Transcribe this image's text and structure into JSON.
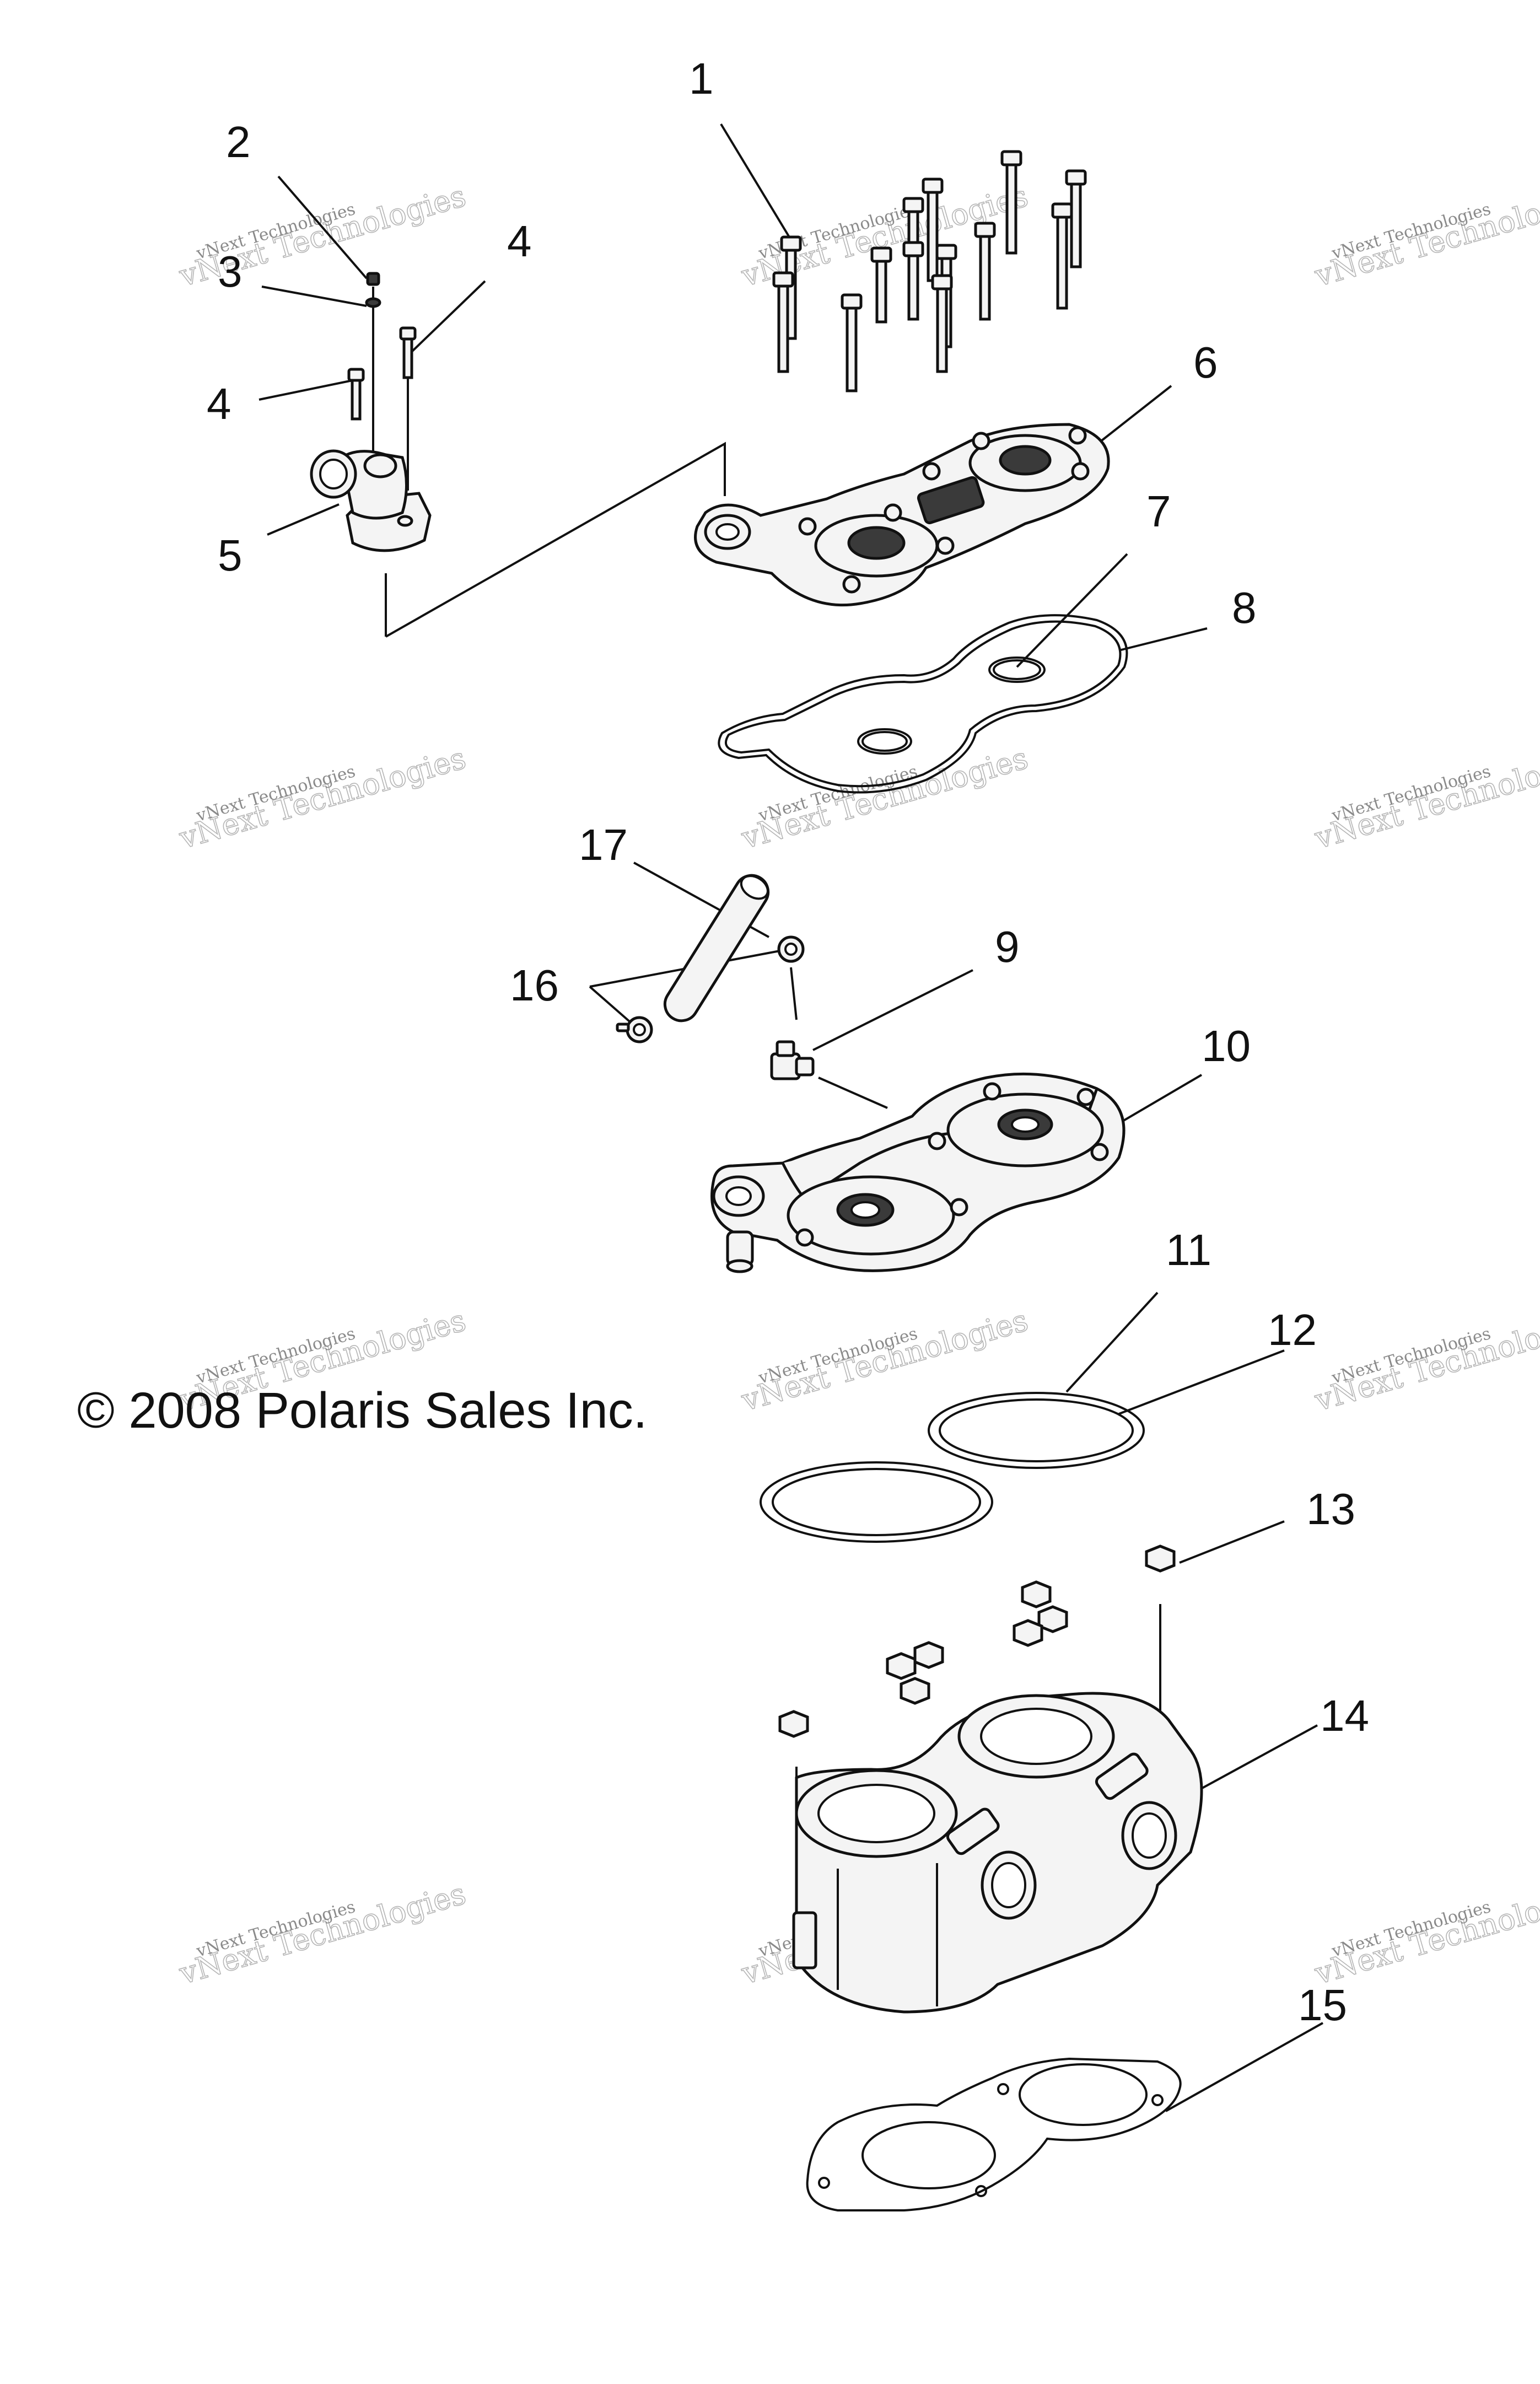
{
  "copyright": "© 2008 Polaris Sales Inc.",
  "watermark": {
    "line1": "vNext Technologies",
    "line2": "vNext Technologies"
  },
  "callouts": [
    "1",
    "2",
    "3",
    "4",
    "4",
    "5",
    "6",
    "7",
    "8",
    "9",
    "10",
    "11",
    "12",
    "13",
    "14",
    "15",
    "16",
    "17"
  ],
  "colors": {
    "ink": "#111111",
    "watermark": "#8a8a8a",
    "background": "#ffffff"
  }
}
